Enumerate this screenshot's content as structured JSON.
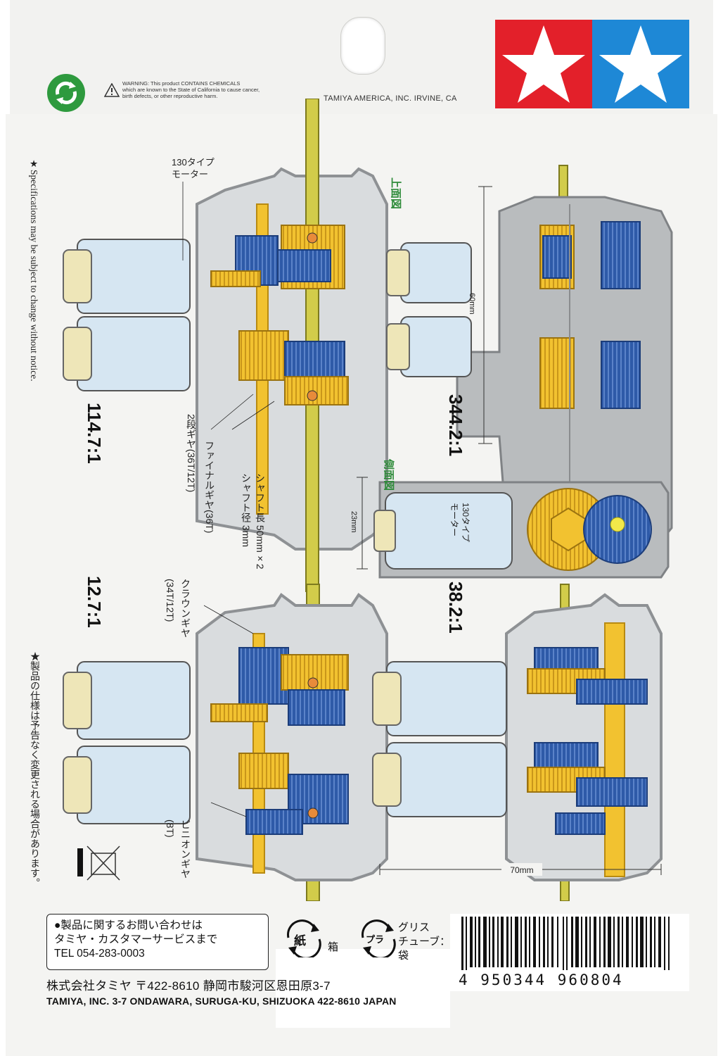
{
  "header": {
    "warning_line1": "WARNING: This product CONTAINS CHEMICALS",
    "warning_line2": "which are known to the State of California to cause cancer,",
    "warning_line3": "birth defects, or other reproductive harm.",
    "distributor": "TAMIYA AMERICA, INC. IRVINE, CA"
  },
  "side_notes": {
    "spec_en": "★Specifications may be subject to change without notice.",
    "spec_jp": "★製品の仕様は予告なく変更される場合があります。"
  },
  "diagram_top_left": {
    "motor_label_line1": "130タイプ",
    "motor_label_line2": "モーター",
    "ratio": "114.7:1"
  },
  "callouts": {
    "two_stage_gear": "2段ギヤ(36T/12T)",
    "final_gear": "ファイナルギヤ(36T)",
    "shaft_dia": "シャフト径 3mm",
    "shaft_len": "シャフト長 50mm×2",
    "crown_gear_line1": "クラウンギヤ",
    "crown_gear_line2": "(34T/12T)",
    "pinion_line1": "ピニオンギヤ",
    "pinion_line2": "(8T)"
  },
  "diagram_top_right": {
    "label_top_view": "上面図",
    "dim_60": "60mm",
    "ratio": "344.2:1"
  },
  "diagram_side": {
    "label_side_view": "側面図",
    "dim_23": "23mm",
    "motor_label_line1": "130タイプ",
    "motor_label_line2": "モーター",
    "ratio": "38.2:1"
  },
  "diagram_bottom_left": {
    "ratio": "12.7:1"
  },
  "diagram_bottom_right": {
    "dim_70": "70mm"
  },
  "contact": {
    "line1": "●製品に関するお問い合わせは",
    "line2": "タミヤ・カスタマーサービスまで",
    "line3": "TEL 054-283-0003"
  },
  "recycling": {
    "paper_symbol": "紙",
    "box_label": "箱",
    "plastic_symbol": "プラ",
    "grease_label": "グリス",
    "tube_label": "チューブ：PE",
    "bag_label": "袋"
  },
  "address": {
    "jp": "株式会社タミヤ 〒422-8610 静岡市駿河区恩田原3-7",
    "en": "TAMIYA, INC. 3-7 ONDAWARA, SURUGA-KU, SHIZUOKA 422-8610 JAPAN"
  },
  "barcode": {
    "number": "4 950344 960804"
  },
  "colors": {
    "star_red": "#e3202a",
    "star_blue": "#1e88d6",
    "gear_blue": "#2e5aa8",
    "gear_yellow": "#f2c230",
    "motor": "#d6e6f2",
    "frame": "#9a9d9f",
    "recycle_green": "#2e9a3e"
  },
  "icons": [
    "recycle-icon",
    "warning-triangle-icon",
    "crossed-bin-icon",
    "paper-recycle-icon",
    "plastic-recycle-icon"
  ]
}
